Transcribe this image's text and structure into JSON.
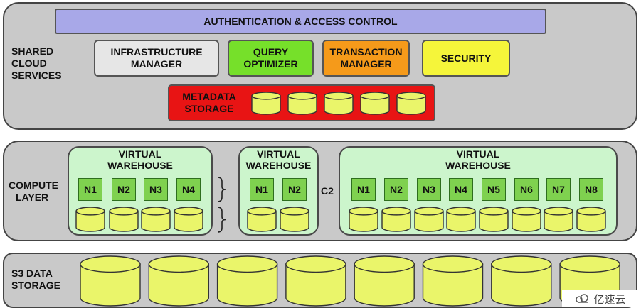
{
  "shared": {
    "label_lines": [
      "SHARED",
      "CLOUD",
      "SERVICES"
    ],
    "auth": "AUTHENTICATION & ACCESS CONTROL",
    "infra_lines": [
      "INFRASTRUCTURE",
      "MANAGER"
    ],
    "optimizer_lines": [
      "QUERY",
      "OPTIMIZER"
    ],
    "txn_lines": [
      "TRANSACTION",
      "MANAGER"
    ],
    "security": "SECURITY",
    "metadata_lines": [
      "METADATA",
      "STORAGE"
    ],
    "metadata_cylinders": 5
  },
  "compute": {
    "label_lines": [
      "COMPUTE",
      "LAYER"
    ],
    "warehouses": [
      {
        "title_lines": [
          "VIRTUAL",
          "WAREHOUSE"
        ],
        "nodes": [
          "N1",
          "N2",
          "N3",
          "N4"
        ]
      },
      {
        "title_lines": [
          "VIRTUAL",
          "WAREHOUSE"
        ],
        "nodes": [
          "N1",
          "N2"
        ]
      },
      {
        "title_lines": [
          "VIRTUAL",
          "WAREHOUSE"
        ],
        "nodes": [
          "N1",
          "N2",
          "N3",
          "N4",
          "N5",
          "N6",
          "N7",
          "N8"
        ]
      }
    ],
    "c2": "C2"
  },
  "storage": {
    "label_lines": [
      "S3 DATA",
      "STORAGE"
    ],
    "cylinders": 8
  },
  "watermark": "亿速云",
  "colors": {
    "panel": "#c9c9c9",
    "auth": "#a8a8e8",
    "infra": "#e6e6e6",
    "optimizer": "#76e02a",
    "transaction": "#f59a1a",
    "security": "#f5f53a",
    "metadata": "#e81414",
    "warehouse": "#ccf5cc",
    "node": "#7fd14f",
    "cylinder": "#eaf56a"
  }
}
